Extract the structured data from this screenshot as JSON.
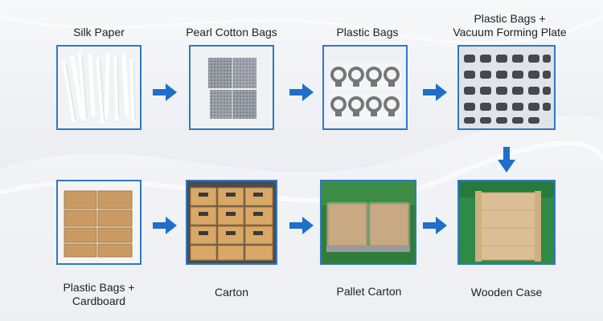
{
  "steps": {
    "silk_paper": "Silk Paper",
    "pearl_cotton_bags": "Pearl Cotton Bags",
    "plastic_bags": "Plastic Bags",
    "vacuum_line1": "Plastic Bags +",
    "vacuum_line2": "Vacuum Forming Plate",
    "cardboard_line1": "Plastic Bags +",
    "cardboard_line2": "Cardboard",
    "carton": "Carton",
    "pallet_carton": "Pallet Carton",
    "wooden_case": "Wooden Case"
  },
  "colors": {
    "arrow": "#1f6fc9",
    "frame": "#2f78c4",
    "label": "#222222"
  },
  "icons": {
    "arrow": "arrow-right-icon",
    "arrow_down": "arrow-down-icon"
  }
}
